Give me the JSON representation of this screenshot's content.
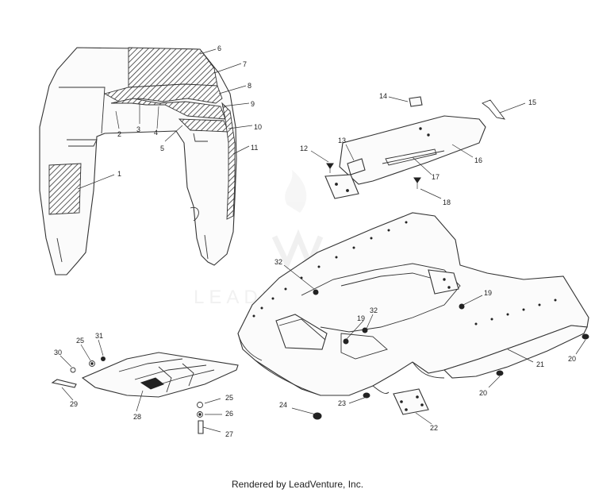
{
  "footer": "Rendered by LeadVenture, Inc.",
  "watermark": "LEADVENTURE",
  "callouts": {
    "c1": "1",
    "c2": "2",
    "c3": "3",
    "c4": "4",
    "c5": "5",
    "c6": "6",
    "c7": "7",
    "c8": "8",
    "c9": "9",
    "c10": "10",
    "c11": "11",
    "c12": "12",
    "c13": "13",
    "c14": "14",
    "c15": "15",
    "c16": "16",
    "c17": "17",
    "c18": "18",
    "c19a": "19",
    "c19b": "19",
    "c20a": "20",
    "c20b": "20",
    "c21": "21",
    "c22": "22",
    "c23": "23",
    "c24": "24",
    "c25a": "25",
    "c25b": "25",
    "c26": "26",
    "c27": "27",
    "c28": "28",
    "c29": "29",
    "c30": "30",
    "c31": "31",
    "c32a": "32",
    "c32b": "32"
  }
}
